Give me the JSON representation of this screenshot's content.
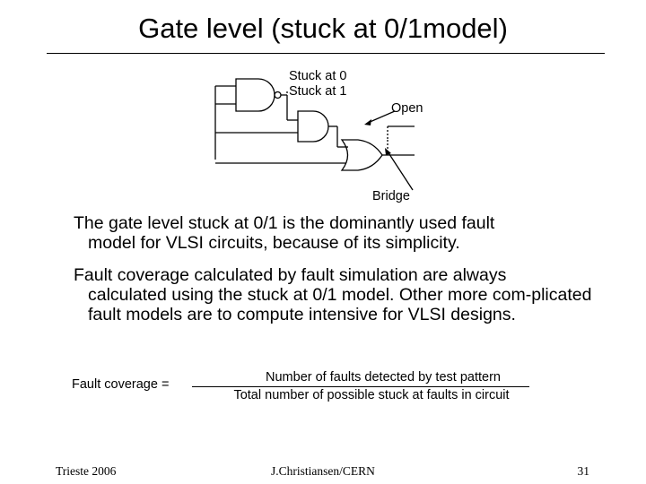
{
  "slide": {
    "title": "Gate level (stuck at 0/1model)"
  },
  "diagram": {
    "labels": {
      "stuck_at_0": "Stuck at 0",
      "stuck_at_1": "Stuck at 1",
      "open": "Open",
      "bridge": "Bridge"
    }
  },
  "paragraphs": {
    "p1": {
      "first_line": "The gate level stuck at 0/1 is the dominantly used fault",
      "rest": "model for VLSI circuits, because of its simplicity."
    },
    "p2": {
      "first_line": "Fault coverage calculated by fault simulation are always",
      "rest": "calculated using the stuck at 0/1 model. Other more com-plicated fault models are to compute intensive for VLSI designs."
    }
  },
  "formula": {
    "lhs": "Fault coverage =",
    "numerator": "Number of faults detected by test pattern",
    "denominator": "Total number of possible stuck at faults in circuit"
  },
  "footer": {
    "left": "Trieste 2006",
    "center": "J.Christiansen/CERN",
    "page": "31"
  }
}
